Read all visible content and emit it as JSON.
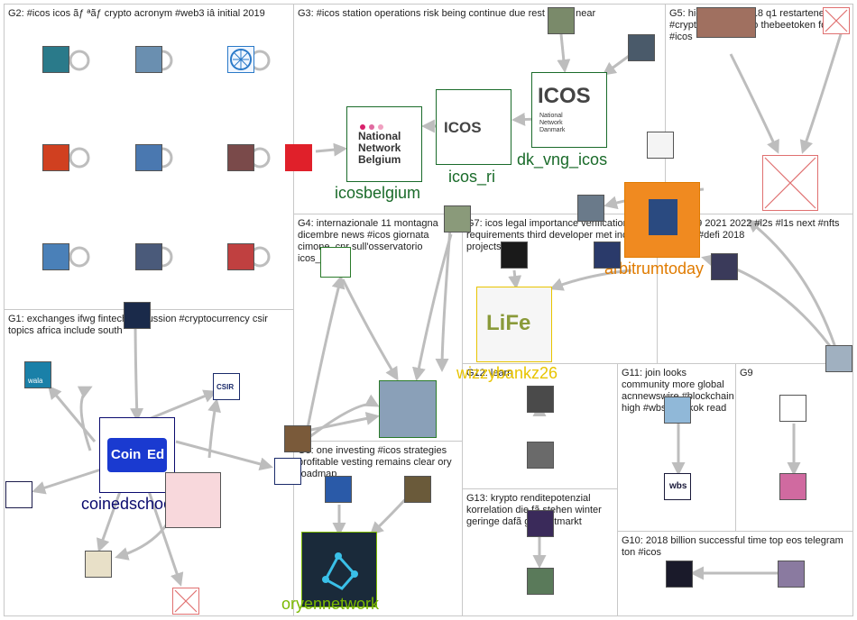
{
  "groups": [
    {
      "id": "G2",
      "label": "G2: #icos icos ãƒ ªãƒ crypto acronym #web3 iâ initial 2019"
    },
    {
      "id": "G3",
      "label": "G3: #icos station operations risk being continue due rest future near"
    },
    {
      "id": "G5",
      "label": "G5: high quality 2018 q1 restartenergyio #cryptocurrency two thebeetoken follow #icos"
    },
    {
      "id": "G4",
      "label": "G4: internazionale 11 montagna dicembre news #icos giornata cimone_cnr sull'osservatorio icos_italy"
    },
    {
      "id": "G7",
      "label": "G7: icos legal importance verification requirements third developer met including projects"
    },
    {
      "id": "G6",
      "label": "G6: 2019 2021 2022 #l2s #l1s next #nfts #bitcoin #defi 2018"
    },
    {
      "id": "G1",
      "label": "G1: exchanges ifwg fintech discussion #cryptocurrency csir topics africa include south"
    },
    {
      "id": "G12",
      "label": "G12: learn"
    },
    {
      "id": "G11",
      "label": "G11: join looks community more global acnnewswire #blockchain high #wbsbangkok read"
    },
    {
      "id": "G9",
      "label": "G9"
    },
    {
      "id": "G8",
      "label": "G8: one investing #icos strategies profitable vesting remains clear ory roadmap"
    },
    {
      "id": "G13",
      "label": "G13: krypto renditepotenzial korrelation die fã stehen winter geringe dafã gesamtmarkt"
    },
    {
      "id": "G10",
      "label": "G10: 2018 billion successful time top eos telegram ton #icos"
    }
  ],
  "nodes": {
    "icosbelgium": {
      "label": "icosbelgium",
      "logo_lines": [
        "National",
        "Network",
        "Belgium"
      ],
      "color": "#1a6b2a"
    },
    "icos_ri": {
      "label": "icos_ri",
      "logo_text": "ICOS",
      "color": "#1a6b2a"
    },
    "dk_vng_icos": {
      "label": "dk_vng_icos",
      "logo_text": "ICOS",
      "logo_lines": [
        "National",
        "Network",
        "Danmark"
      ],
      "color": "#1a6b2a"
    },
    "arbitrumtoday": {
      "label": "arbitrumtoday",
      "color": "#e07b00"
    },
    "wizzybankz26": {
      "label": "wizzybankz26",
      "logo_text": "LiFe",
      "color": "#e8c400"
    },
    "coinedschool": {
      "label": "coinedschool",
      "logo_text": "Coin",
      "logo_text2": "Ed",
      "color": "#0a0a6e"
    },
    "oryennetwork": {
      "label": "oryennetwork",
      "color": "#7ab800"
    },
    "wala": {
      "logo_text": "wala"
    },
    "csir": {
      "logo_text": "CSIR"
    },
    "wbs": {
      "logo_text": "wbs"
    }
  },
  "colors": {
    "edge": "#bdbdbd",
    "group_border": "#c8c8c8"
  }
}
